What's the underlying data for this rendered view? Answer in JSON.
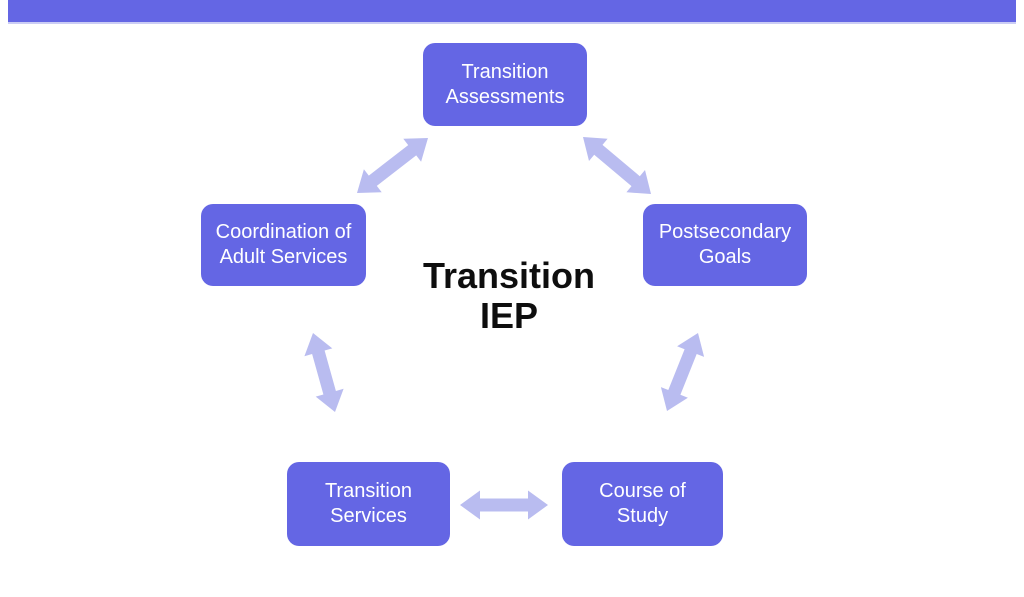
{
  "colors": {
    "accent": "#6466e4",
    "arrow": "#b9bcf0",
    "node_text": "#ffffff",
    "title_text": "#0e0e0e",
    "background": "#ffffff"
  },
  "title": {
    "text": "Transition\nIEP"
  },
  "diagram": {
    "nodes": [
      {
        "id": "transition-assessments",
        "label": "Transition\nAssessments"
      },
      {
        "id": "postsecondary-goals",
        "label": "Postsecondary\nGoals"
      },
      {
        "id": "course-of-study",
        "label": "Course of\nStudy"
      },
      {
        "id": "transition-services",
        "label": "Transition\nServices"
      },
      {
        "id": "coordination-of-adult-services",
        "label": "Coordination of\nAdult Services"
      }
    ],
    "connections": [
      {
        "from": "transition-assessments",
        "to": "coordination-of-adult-services",
        "bidirectional": true
      },
      {
        "from": "transition-assessments",
        "to": "postsecondary-goals",
        "bidirectional": true
      },
      {
        "from": "coordination-of-adult-services",
        "to": "transition-services",
        "bidirectional": true
      },
      {
        "from": "postsecondary-goals",
        "to": "course-of-study",
        "bidirectional": true
      },
      {
        "from": "transition-services",
        "to": "course-of-study",
        "bidirectional": true
      }
    ]
  }
}
